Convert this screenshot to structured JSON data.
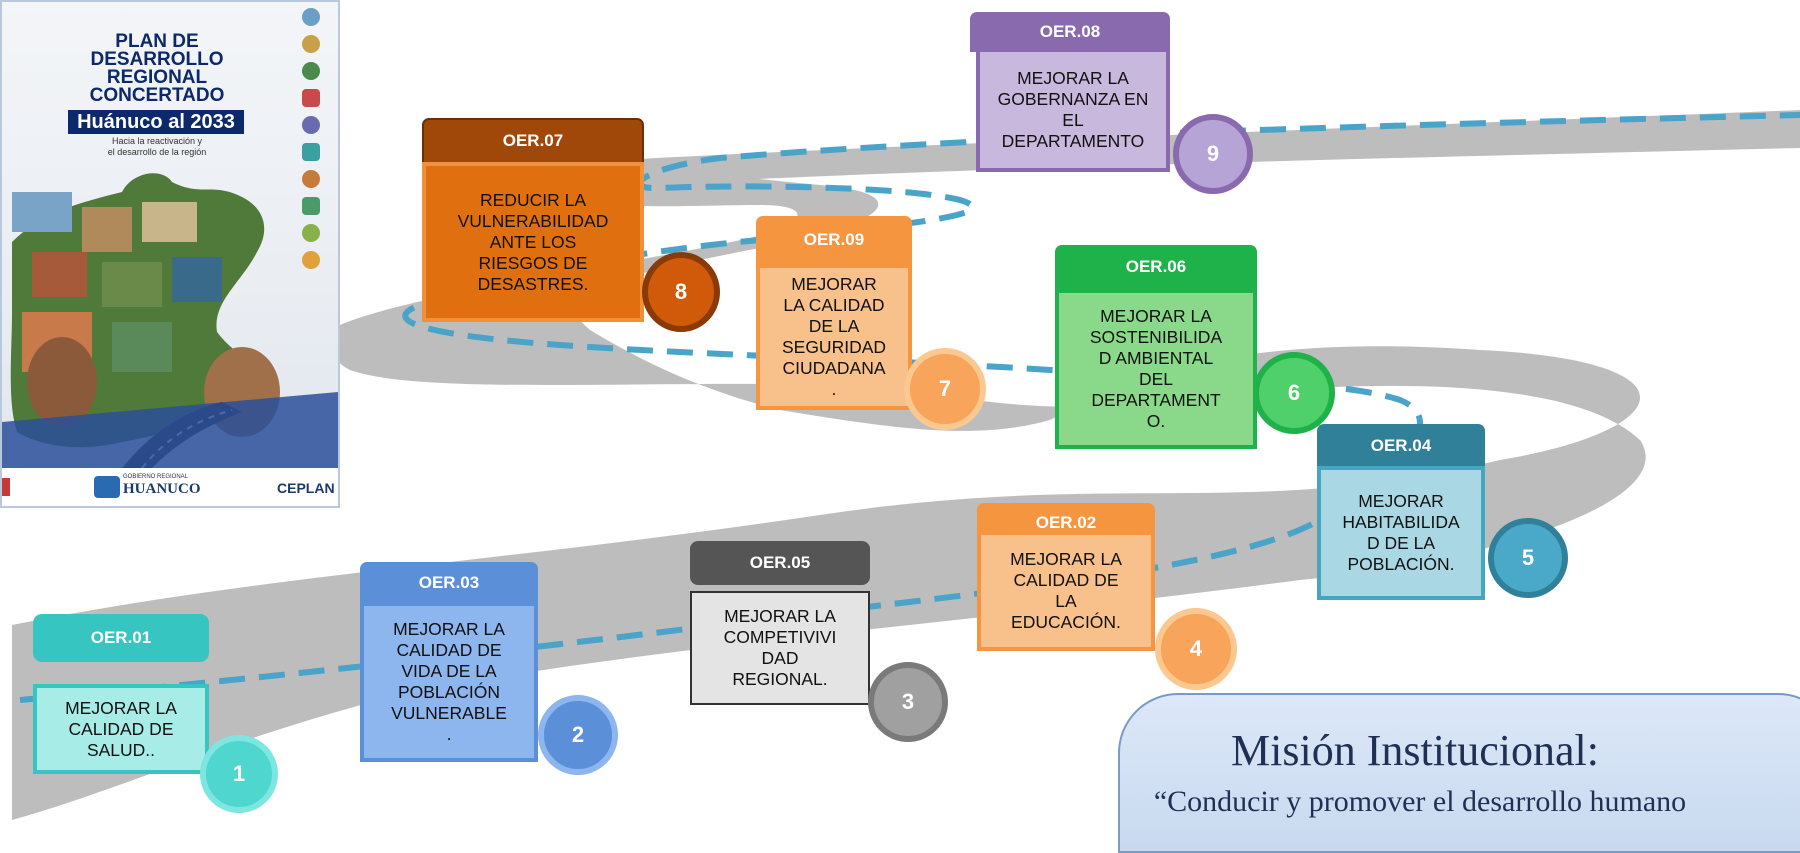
{
  "cover": {
    "title_lines": [
      "PLAN DE",
      "DESARROLLO",
      "REGIONAL",
      "CONCERTADO"
    ],
    "subtitle": "Huánuco al 2033",
    "tagline_lines": [
      "Hacia la reactivación y",
      "el desarrollo de la región"
    ],
    "logo_center": "HUANUCO",
    "logo_center_caption": "GOBIERNO REGIONAL",
    "logo_right": "CEPLAN"
  },
  "objectives": [
    {
      "code": "OER.01",
      "lines": [
        "MEJORAR LA",
        "CALIDAD DE",
        "SALUD.."
      ],
      "number": "1"
    },
    {
      "code": "OER.03",
      "lines": [
        "MEJORAR  LA",
        "CALIDAD DE",
        "VIDA DE LA",
        "POBLACIÓN",
        "VULNERABLE",
        "."
      ],
      "number": "2"
    },
    {
      "code": "OER.05",
      "lines": [
        "MEJORAR LA",
        "COMPETIVIVI",
        "DAD",
        "REGIONAL."
      ],
      "number": "3"
    },
    {
      "code": "OER.02",
      "lines": [
        "MEJORAR LA",
        "CALIDAD DE",
        "LA",
        "EDUCACIÓN."
      ],
      "number": "4"
    },
    {
      "code": "OER.04",
      "lines": [
        "MEJORAR",
        "HABITABILIDA",
        "D DE  LA",
        "POBLACIÓN."
      ],
      "number": "5"
    },
    {
      "code": "OER.06",
      "lines": [
        "MEJORAR LA",
        "SOSTENIBILIDA",
        "D  AMBIENTAL",
        "DEL",
        "DEPARTAMENT",
        "O."
      ],
      "number": "6"
    },
    {
      "code": "OER.09",
      "lines": [
        "MEJORAR",
        "LA CALIDAD",
        "DE LA",
        "SEGURIDAD",
        "CIUDADANA",
        "."
      ],
      "number": "7"
    },
    {
      "code": "OER.07",
      "lines": [
        "REDUCIR LA",
        "VULNERABILIDAD",
        "ANTE LOS",
        "RIESGOS DE",
        "DESASTRES."
      ],
      "number": "8"
    },
    {
      "code": "OER.08",
      "lines": [
        "MEJORAR LA",
        "GOBERNANZA EN",
        "EL",
        "DEPARTAMENTO"
      ],
      "number": "9"
    }
  ],
  "mission": {
    "title": "Misión Institucional:",
    "text": "“Conducir y promover el desarrollo humano"
  },
  "colors": {
    "road": "#bdbdbd",
    "dash": "#4aa3c8",
    "teal": "#36c5c1",
    "blue": "#5b8fd8",
    "gray": "#8c8c8c",
    "orange": "#f5953f",
    "steel": "#3a8aa0",
    "green": "#1fb24a",
    "dark_orange": "#e0700f",
    "purple": "#8a6aae"
  }
}
